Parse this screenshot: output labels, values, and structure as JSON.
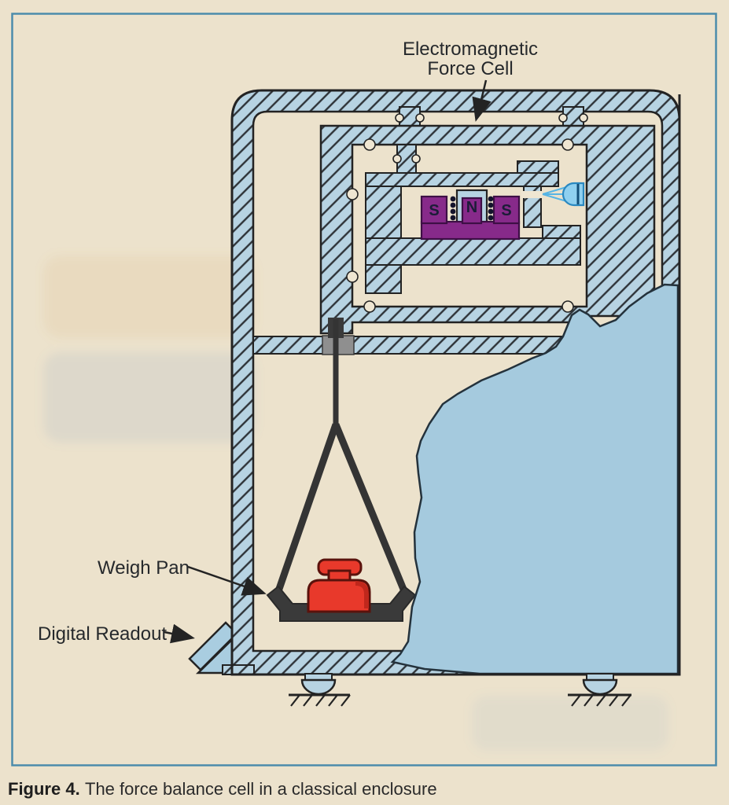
{
  "figure": {
    "type": "technical-diagram-cross-section",
    "caption": {
      "label": "Figure 4.",
      "text": "The force balance cell in a classical enclosure"
    },
    "callouts": {
      "force_cell_line1": "Electromagnetic",
      "force_cell_line2": "Force Cell",
      "weigh_pan": "Weigh Pan",
      "digital_readout": "Digital Readout"
    },
    "magnet_poles": {
      "left": "S",
      "center": "N",
      "right": "S"
    },
    "colors": {
      "page": "#ece2cc",
      "frame_border": "#4c8cab",
      "wall_fill": "#b7d3e2",
      "cutaway_fill": "#a5cade",
      "magnet_purple": "#872a8a",
      "weight_red": "#e8392b",
      "lamp_blue": "#8fd0f0",
      "seal_gray": "#8f8f8f",
      "ink": "#232323"
    }
  }
}
